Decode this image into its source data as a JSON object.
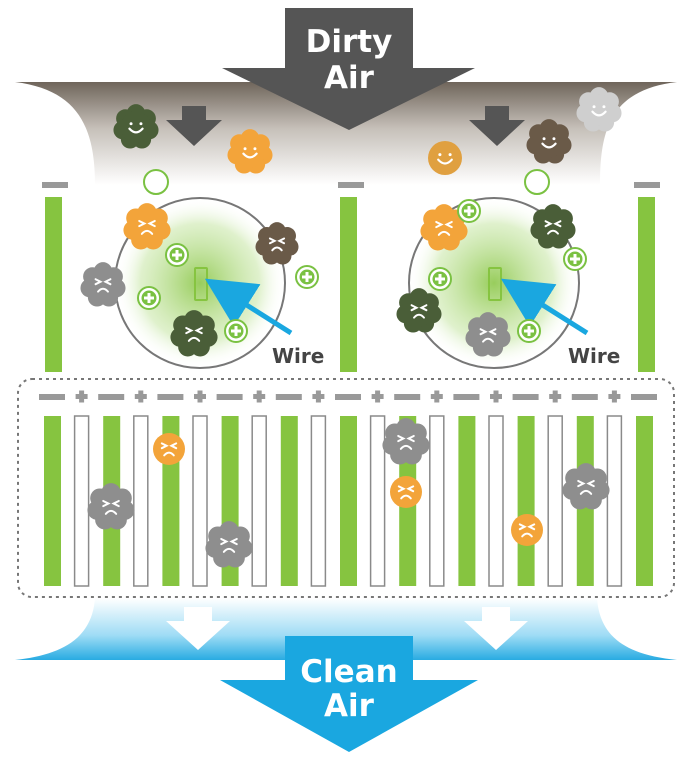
{
  "top_arrow": {
    "line1": "Dirty",
    "line2": "Air"
  },
  "bottom_arrow": {
    "line1": "Clean",
    "line2": "Air"
  },
  "wire_labels": {
    "left": "Wire",
    "right": "Wire"
  },
  "colors": {
    "dirty_arrow": "#555555",
    "clean_arrow": "#1aa7e0",
    "plate_green": "#86c440",
    "plate_outline": "#8a8a8a",
    "wire_pointer": "#1aa7e0",
    "plus_green": "#7ac142",
    "particle_orange": "#f3a43a",
    "particle_dark_green": "#4a5e38",
    "particle_brown": "#6a5a48",
    "particle_grey": "#8e8e8e",
    "particle_light_grey": "#cfcfcf"
  },
  "icons": [
    "down-arrow-icon",
    "plus-icon",
    "minus-icon",
    "happy-particle-icon",
    "angry-particle-icon"
  ]
}
